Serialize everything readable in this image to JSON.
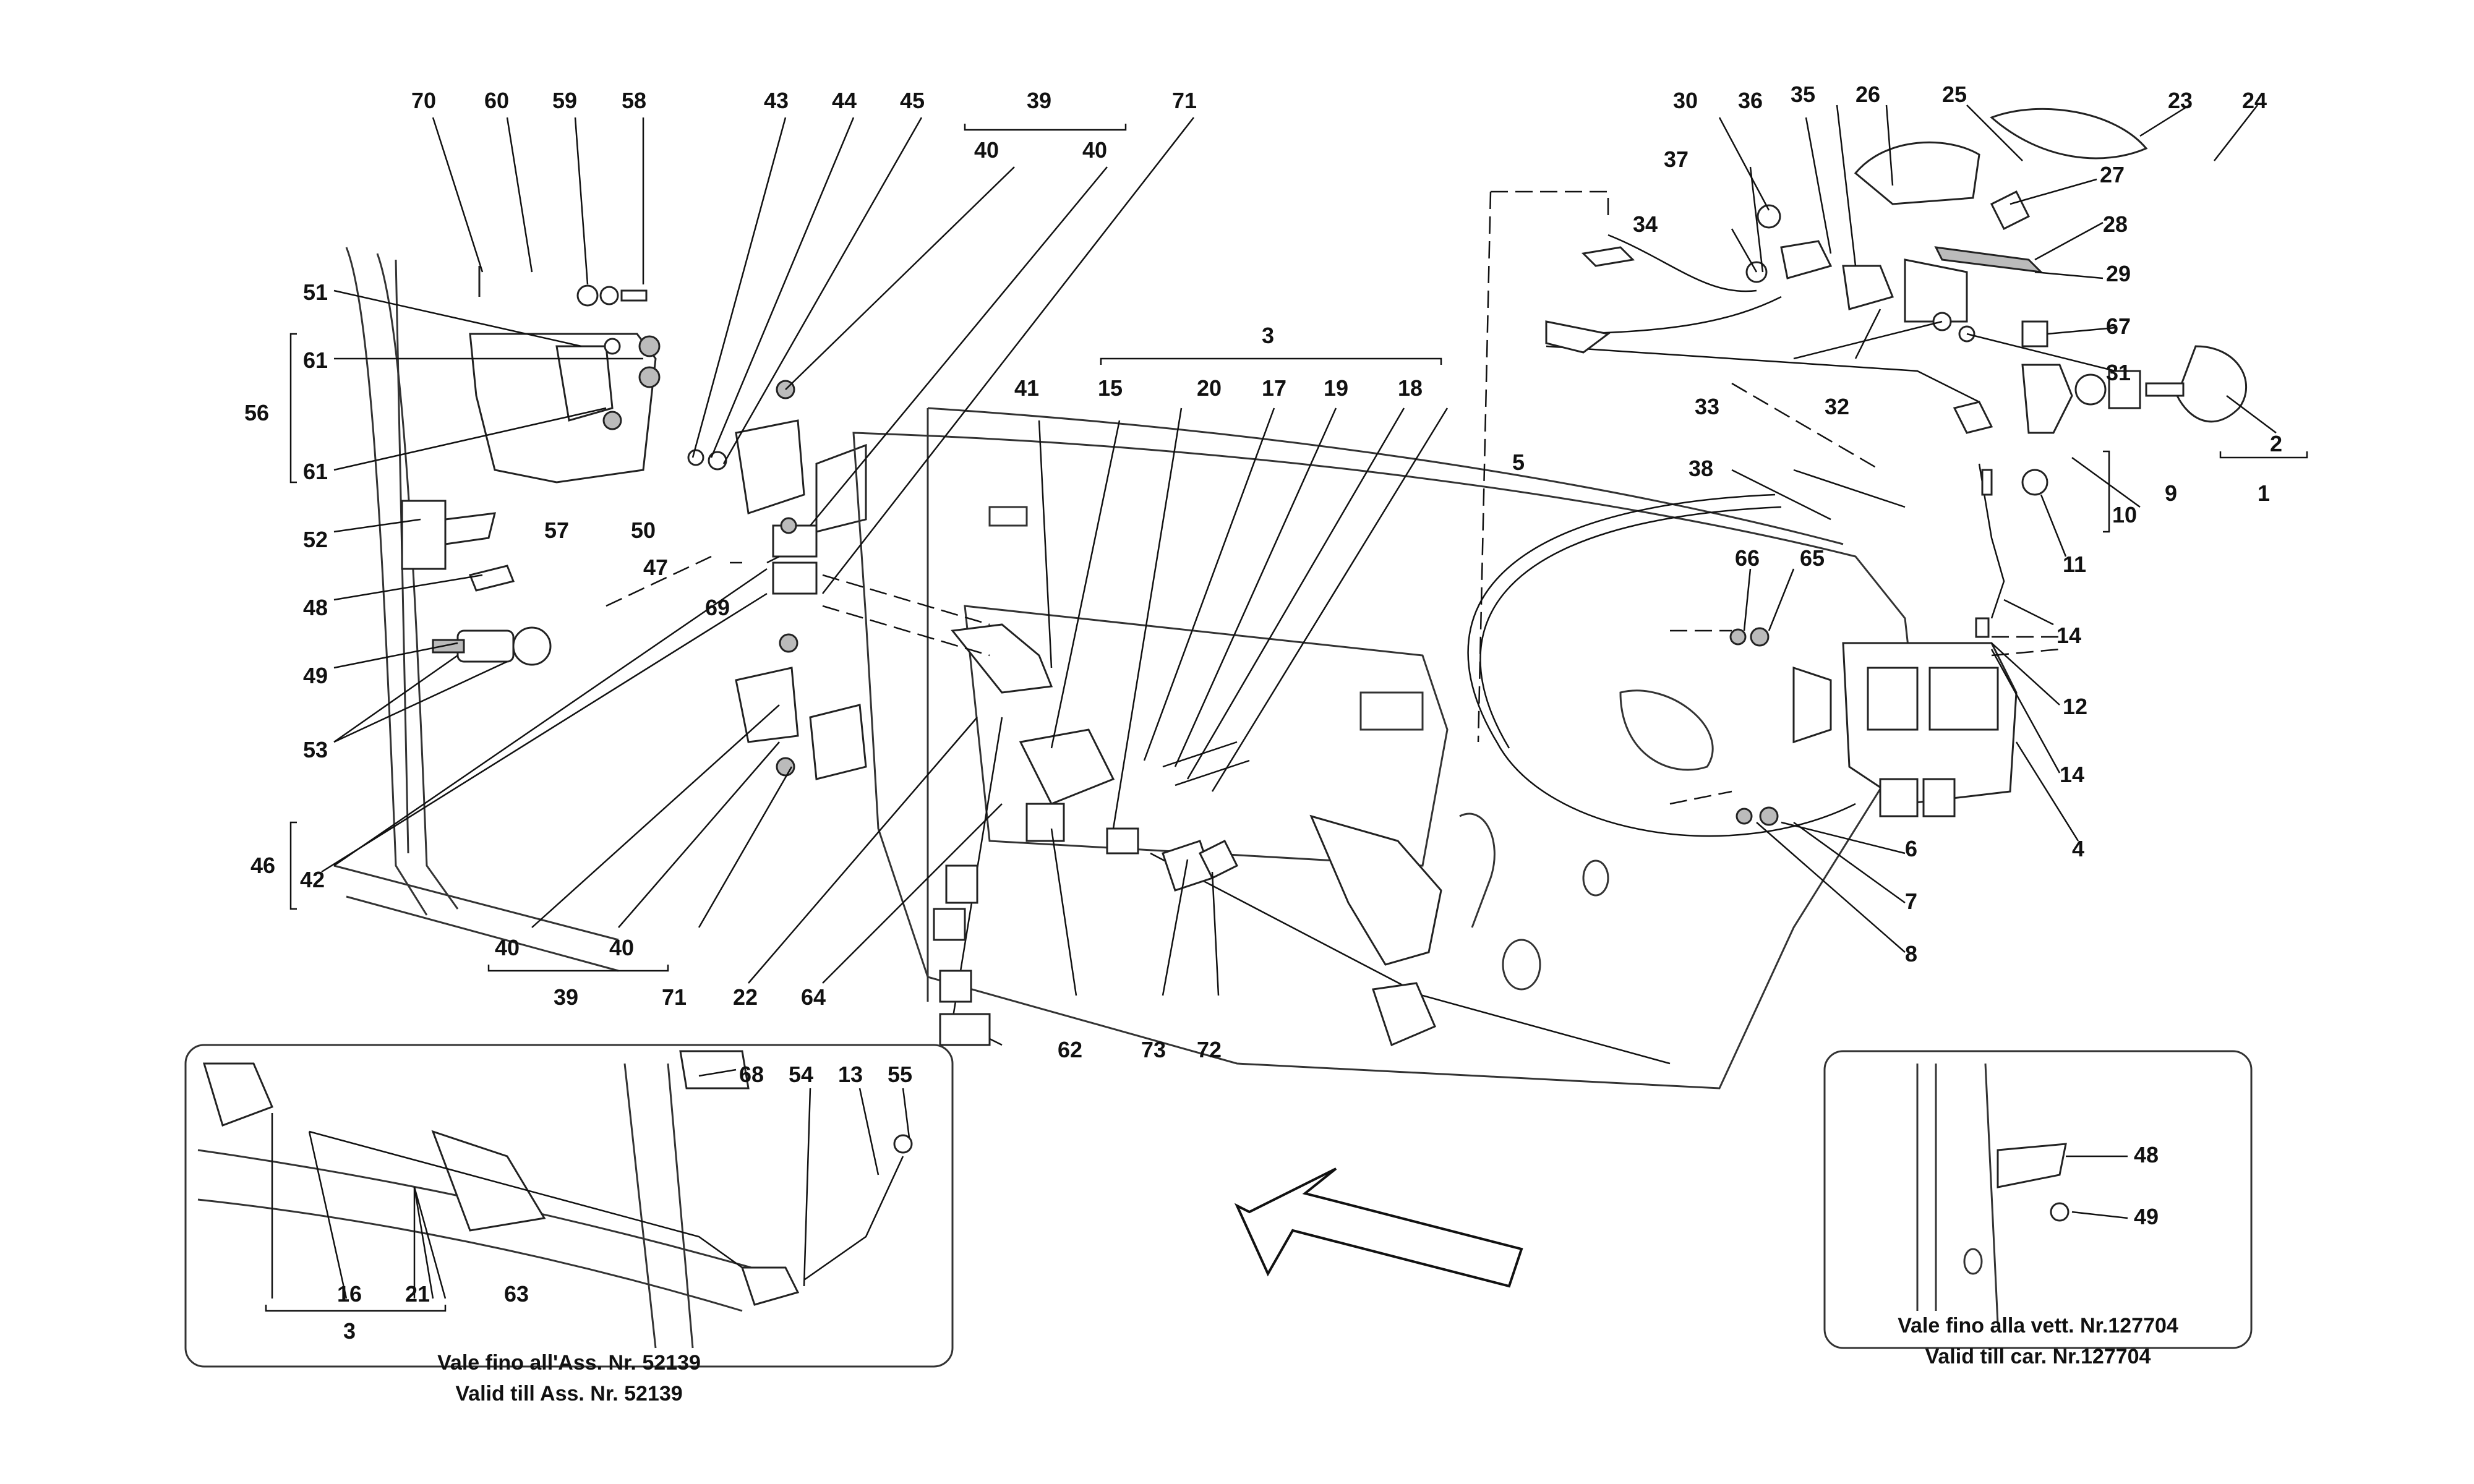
{
  "callouts": [
    {
      "id": "70",
      "text": "70"
    },
    {
      "id": "60",
      "text": "60"
    },
    {
      "id": "59",
      "text": "59"
    },
    {
      "id": "58",
      "text": "58"
    },
    {
      "id": "51",
      "text": "51"
    },
    {
      "id": "61a",
      "text": "61"
    },
    {
      "id": "56",
      "text": "56"
    },
    {
      "id": "61b",
      "text": "61"
    },
    {
      "id": "52",
      "text": "52"
    },
    {
      "id": "57",
      "text": "57"
    },
    {
      "id": "50",
      "text": "50"
    },
    {
      "id": "48",
      "text": "48"
    },
    {
      "id": "49",
      "text": "49"
    },
    {
      "id": "53",
      "text": "53"
    },
    {
      "id": "46",
      "text": "46"
    },
    {
      "id": "42",
      "text": "42"
    },
    {
      "id": "43",
      "text": "43"
    },
    {
      "id": "44",
      "text": "44"
    },
    {
      "id": "45",
      "text": "45"
    },
    {
      "id": "39a",
      "text": "39"
    },
    {
      "id": "40a",
      "text": "40"
    },
    {
      "id": "40b",
      "text": "40"
    },
    {
      "id": "71a",
      "text": "71"
    },
    {
      "id": "47",
      "text": "47"
    },
    {
      "id": "69",
      "text": "69"
    },
    {
      "id": "40c",
      "text": "40"
    },
    {
      "id": "40d",
      "text": "40"
    },
    {
      "id": "39b",
      "text": "39"
    },
    {
      "id": "71b",
      "text": "71"
    },
    {
      "id": "22",
      "text": "22"
    },
    {
      "id": "64",
      "text": "64"
    },
    {
      "id": "3a",
      "text": "3"
    },
    {
      "id": "41",
      "text": "41"
    },
    {
      "id": "15",
      "text": "15"
    },
    {
      "id": "20",
      "text": "20"
    },
    {
      "id": "17",
      "text": "17"
    },
    {
      "id": "19",
      "text": "19"
    },
    {
      "id": "18",
      "text": "18"
    },
    {
      "id": "62",
      "text": "62"
    },
    {
      "id": "73",
      "text": "73"
    },
    {
      "id": "72",
      "text": "72"
    },
    {
      "id": "30",
      "text": "30"
    },
    {
      "id": "36",
      "text": "36"
    },
    {
      "id": "35",
      "text": "35"
    },
    {
      "id": "26",
      "text": "26"
    },
    {
      "id": "25",
      "text": "25"
    },
    {
      "id": "23",
      "text": "23"
    },
    {
      "id": "24",
      "text": "24"
    },
    {
      "id": "37",
      "text": "37"
    },
    {
      "id": "27",
      "text": "27"
    },
    {
      "id": "34",
      "text": "34"
    },
    {
      "id": "28",
      "text": "28"
    },
    {
      "id": "29",
      "text": "29"
    },
    {
      "id": "67",
      "text": "67"
    },
    {
      "id": "33",
      "text": "33"
    },
    {
      "id": "31",
      "text": "31"
    },
    {
      "id": "32",
      "text": "32"
    },
    {
      "id": "2",
      "text": "2"
    },
    {
      "id": "1",
      "text": "1"
    },
    {
      "id": "5",
      "text": "5"
    },
    {
      "id": "38",
      "text": "38"
    },
    {
      "id": "9",
      "text": "9"
    },
    {
      "id": "10",
      "text": "10"
    },
    {
      "id": "11",
      "text": "11"
    },
    {
      "id": "66",
      "text": "66"
    },
    {
      "id": "65",
      "text": "65"
    },
    {
      "id": "14a",
      "text": "14"
    },
    {
      "id": "12",
      "text": "12"
    },
    {
      "id": "14b",
      "text": "14"
    },
    {
      "id": "4",
      "text": "4"
    },
    {
      "id": "6",
      "text": "6"
    },
    {
      "id": "7",
      "text": "7"
    },
    {
      "id": "8",
      "text": "8"
    },
    {
      "id": "68",
      "text": "68"
    },
    {
      "id": "54",
      "text": "54"
    },
    {
      "id": "13",
      "text": "13"
    },
    {
      "id": "55",
      "text": "55"
    },
    {
      "id": "16",
      "text": "16"
    },
    {
      "id": "21",
      "text": "21"
    },
    {
      "id": "63",
      "text": "63"
    },
    {
      "id": "3b",
      "text": "3"
    },
    {
      "id": "48i",
      "text": "48"
    },
    {
      "id": "49i",
      "text": "49"
    }
  ],
  "insets": {
    "left_caption_1": "Vale fino all'Ass. Nr. 52139",
    "left_caption_2": "Valid till Ass. Nr. 52139",
    "right_caption_1": "Vale fino alla vett. Nr.127704",
    "right_caption_2": "Valid till car. Nr.127704"
  }
}
